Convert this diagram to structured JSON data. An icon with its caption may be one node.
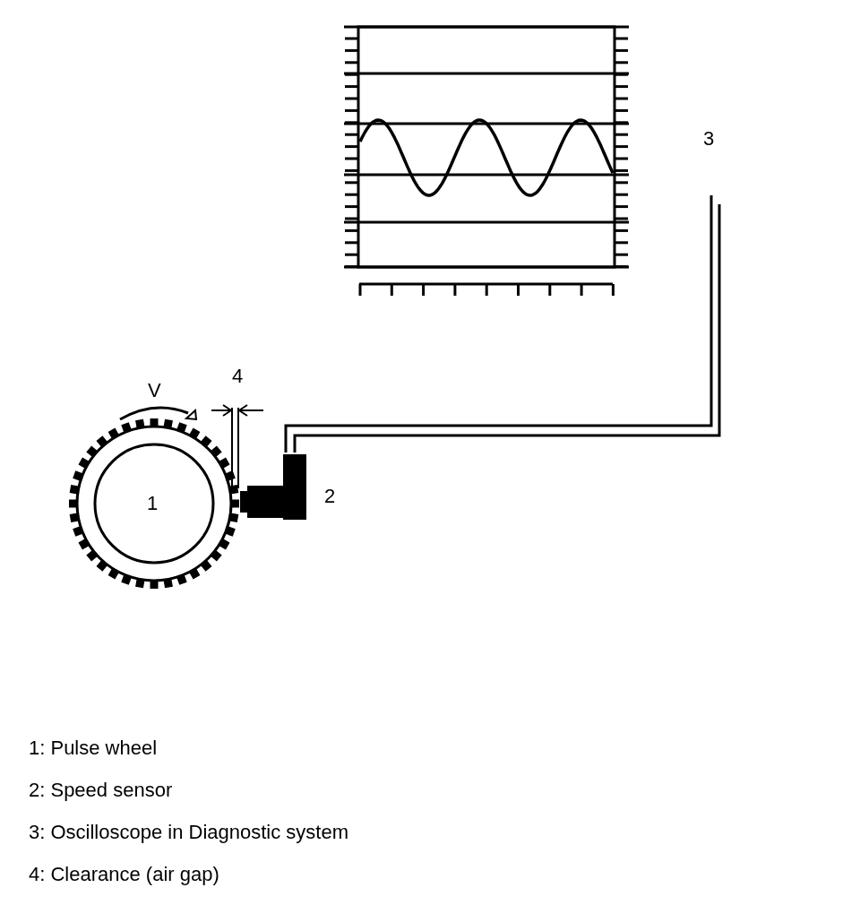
{
  "diagram": {
    "labels": [
      "3",
      "4",
      "V",
      "1",
      "2",
      "1: Pulse wheel",
      "2: Speed sensor",
      "3: Oscilloscope in Diagnostic system",
      "4: Clearance (air gap)"
    ]
  }
}
